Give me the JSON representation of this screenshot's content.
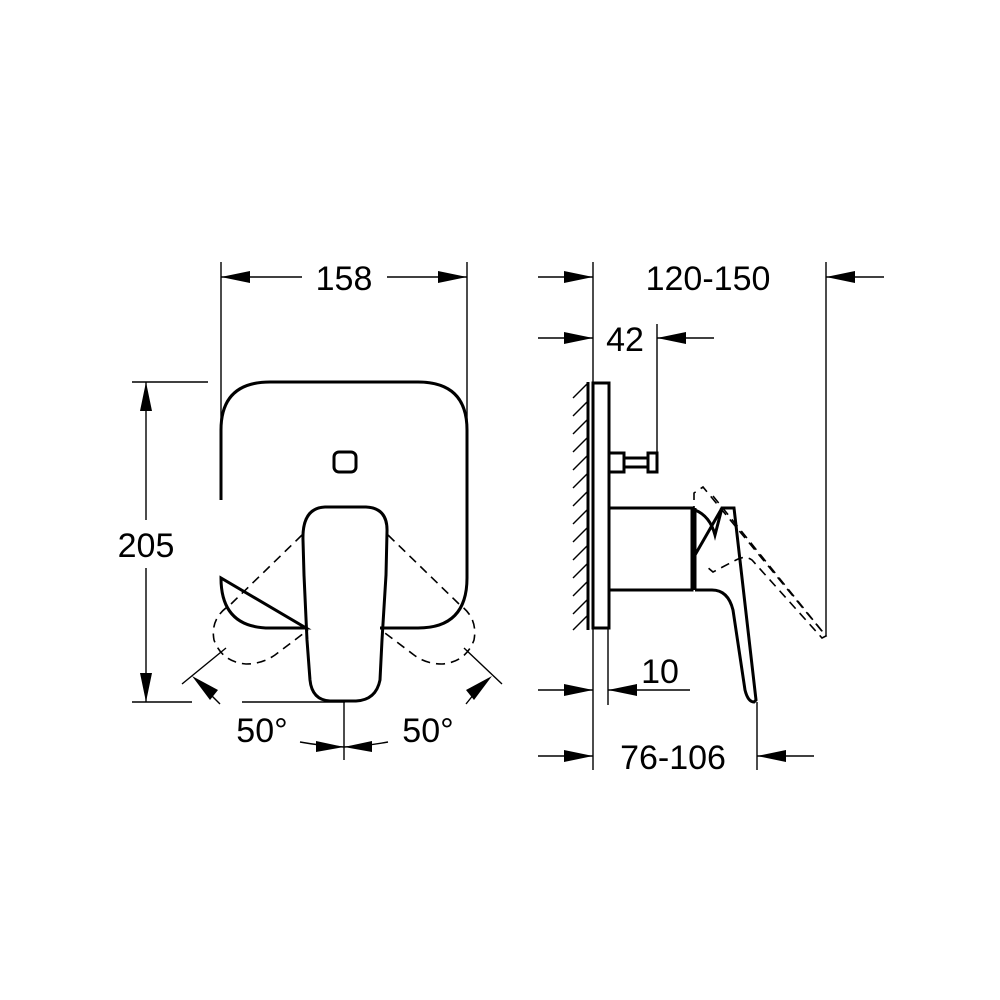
{
  "front_view": {
    "width_label": "158",
    "height_label": "205",
    "angle_left_label": "50°",
    "angle_right_label": "50°"
  },
  "side_view": {
    "total_depth_label": "120-150",
    "spindle_label": "42",
    "plate_label": "10",
    "handle_depth_label": "76-106"
  },
  "colors": {
    "line": "#000000",
    "background": "#ffffff"
  }
}
